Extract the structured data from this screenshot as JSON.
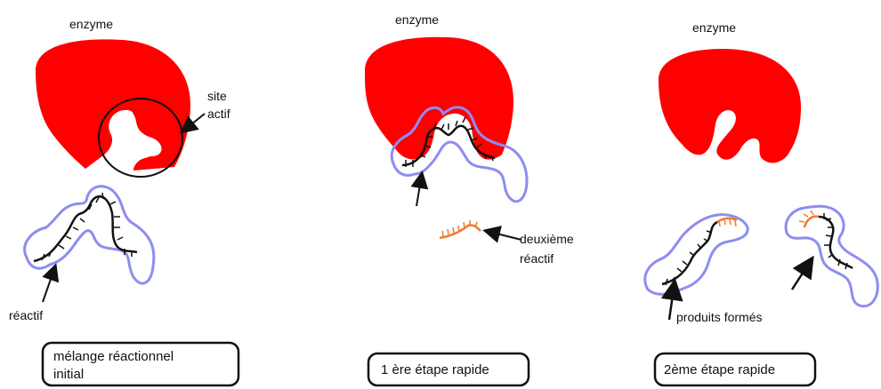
{
  "colors": {
    "enzyme": "#ff0000",
    "reactant_outline": "#8d8df0",
    "second_reactant": "#f07a2a",
    "ink": "#111111"
  },
  "panel1": {
    "enzyme_label": "enzyme",
    "site_label_line1": "site",
    "site_label_line2": "actif",
    "reactant_label": "réactif",
    "caption_line1": "mélange réactionnel",
    "caption_line2": "initial"
  },
  "panel2": {
    "enzyme_label": "enzyme",
    "second_reactant_line1": "deuxième",
    "second_reactant_line2": "réactif",
    "caption": "1 ère étape rapide"
  },
  "panel3": {
    "enzyme_label": "enzyme",
    "products_label": "produits formés",
    "caption": "2ème étape rapide"
  }
}
